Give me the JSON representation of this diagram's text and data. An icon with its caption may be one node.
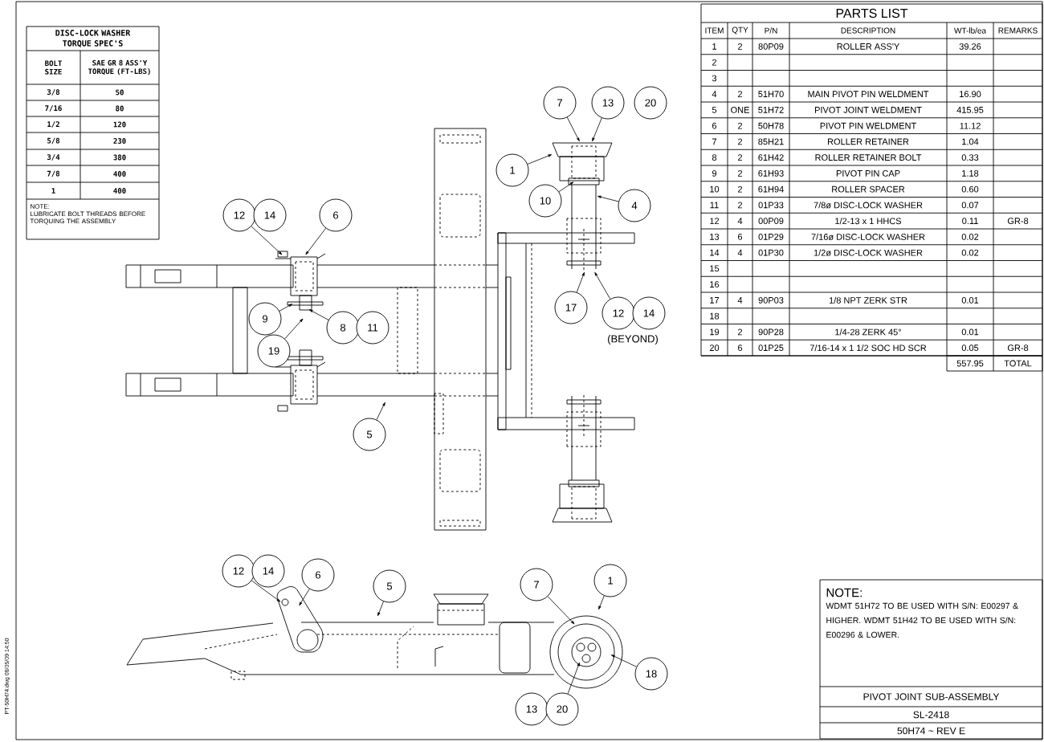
{
  "diagram": {
    "nodes": [
      {
        "text": [
          "7"
        ]
      },
      {
        "text": [
          "13"
        ]
      },
      {
        "text": [
          "20"
        ]
      },
      {
        "text": [
          "1"
        ]
      },
      {
        "text": [
          "10"
        ]
      },
      {
        "text": [
          "4"
        ]
      },
      {
        "text": [
          "12"
        ]
      },
      {
        "text": [
          "14"
        ]
      },
      {
        "text": [
          "6"
        ]
      },
      {
        "text": [
          "17"
        ]
      },
      {
        "text": [
          "12"
        ]
      },
      {
        "text": [
          "14"
        ]
      },
      {
        "text": [
          "9"
        ]
      },
      {
        "text": [
          "8"
        ]
      },
      {
        "text": [
          "11"
        ]
      },
      {
        "text": [
          "19"
        ]
      },
      {
        "text": [
          "5"
        ]
      },
      {
        "text": [
          "12"
        ]
      },
      {
        "text": [
          "14"
        ]
      },
      {
        "text": [
          "6"
        ]
      },
      {
        "text": [
          "1"
        ]
      },
      {
        "text": [
          "7"
        ]
      },
      {
        "text": [
          "5"
        ]
      },
      {
        "text": [
          "18"
        ]
      },
      {
        "text": [
          "13"
        ]
      },
      {
        "text": [
          "20"
        ]
      }
    ],
    "edges": [
      {
        "from": 0,
        "to": null,
        "arrow": "to"
      },
      {
        "from": 1,
        "to": null,
        "arrow": "to"
      },
      {
        "from": 3,
        "to": null,
        "arrow": "to"
      },
      {
        "from": 4,
        "to": null,
        "arrow": "to"
      },
      {
        "from": 5,
        "to": null,
        "arrow": "to"
      },
      {
        "from": 6,
        "to": null,
        "arrow": "to"
      },
      {
        "from": 8,
        "to": null,
        "arrow": "to"
      },
      {
        "from": 9,
        "to": null,
        "arrow": "to"
      },
      {
        "from": 10,
        "to": null,
        "arrow": "to"
      },
      {
        "from": 12,
        "to": null,
        "arrow": "to"
      },
      {
        "from": 13,
        "to": null,
        "arrow": "to"
      },
      {
        "from": 15,
        "to": null,
        "arrow": "to"
      },
      {
        "from": 16,
        "to": null,
        "arrow": "to"
      },
      {
        "from": 17,
        "to": null,
        "arrow": "to"
      },
      {
        "from": 19,
        "to": null,
        "arrow": "to"
      },
      {
        "from": 22,
        "to": null,
        "arrow": "to"
      },
      {
        "from": 20,
        "to": null,
        "arrow": "to"
      },
      {
        "from": 21,
        "to": null,
        "arrow": "to"
      },
      {
        "from": 23,
        "to": null,
        "arrow": "to"
      },
      {
        "from": 25,
        "to": null,
        "arrow": "to"
      }
    ],
    "labels": [
      "DISC-LOCK WASHER TORQUE SPEC'S",
      "BOLT SIZE",
      "SAE GR 8 ASS'Y TORQUE (FT-LBS)",
      "3/8",
      "50",
      "7/16",
      "80",
      "1/2",
      "120",
      "5/8",
      "230",
      "3/4",
      "380",
      "7/8",
      "400",
      "1",
      "400",
      "NOTE:",
      "LUBRICATE BOLT THREADS BEFORE TORQUING THE ASSEMBLY",
      "PARTS LIST",
      "ITEM",
      "QTY",
      "P/N",
      "DESCRIPTION",
      "WT-lb/ea",
      "REMARKS",
      "1",
      "2",
      "80P09",
      "ROLLER ASS'Y",
      "39.26",
      "2",
      "3",
      "4",
      "2",
      "51H70",
      "MAIN PIVOT PIN WELDMENT",
      "16.90",
      "5",
      "ONE",
      "51H72",
      "PIVOT JOINT WELDMENT",
      "415.95",
      "6",
      "2",
      "50H78",
      "PIVOT PIN WELDMENT",
      "11.12",
      "7",
      "2",
      "85H21",
      "ROLLER RETAINER",
      "1.04",
      "8",
      "2",
      "61H42",
      "ROLLER RETAINER BOLT",
      "0.33",
      "9",
      "2",
      "61H93",
      "PIVOT PIN CAP",
      "1.18",
      "10",
      "2",
      "61H94",
      "ROLLER SPACER",
      "0.60",
      "11",
      "2",
      "01P33",
      "7/8ø DISC-LOCK WASHER",
      "0.07",
      "12",
      "4",
      "00P09",
      "1/2-13 x 1 HHCS",
      "0.11",
      "GR-8",
      "13",
      "6",
      "01P29",
      "7/16ø DISC-LOCK WASHER",
      "0.02",
      "14",
      "4",
      "01P30",
      "1/2ø DISC-LOCK WASHER",
      "0.02",
      "15",
      "16",
      "17",
      "4",
      "90P03",
      "1/8 NPT ZERK STR",
      "0.01",
      "18",
      "19",
      "2",
      "90P28",
      "1/4-28 ZERK 45°",
      "0.01",
      "20",
      "6",
      "01P25",
      "7/16-14 x 1 1/2 SOC HD SCR",
      "0.05",
      "GR-8",
      "557.95",
      "TOTAL",
      "(BEYOND)",
      "NOTE:",
      "WDMT 51H72 TO BE USED WITH S/N: E00297 & HIGHER.  WDMT 51H42 TO BE USED WITH S/N: E00296 & LOWER.",
      "PIVOT JOINT SUB-ASSEMBLY",
      "SL-2418",
      "50H74 ~ REV E",
      "PT-50H74.dwg 08/05/09 14:50"
    ]
  }
}
